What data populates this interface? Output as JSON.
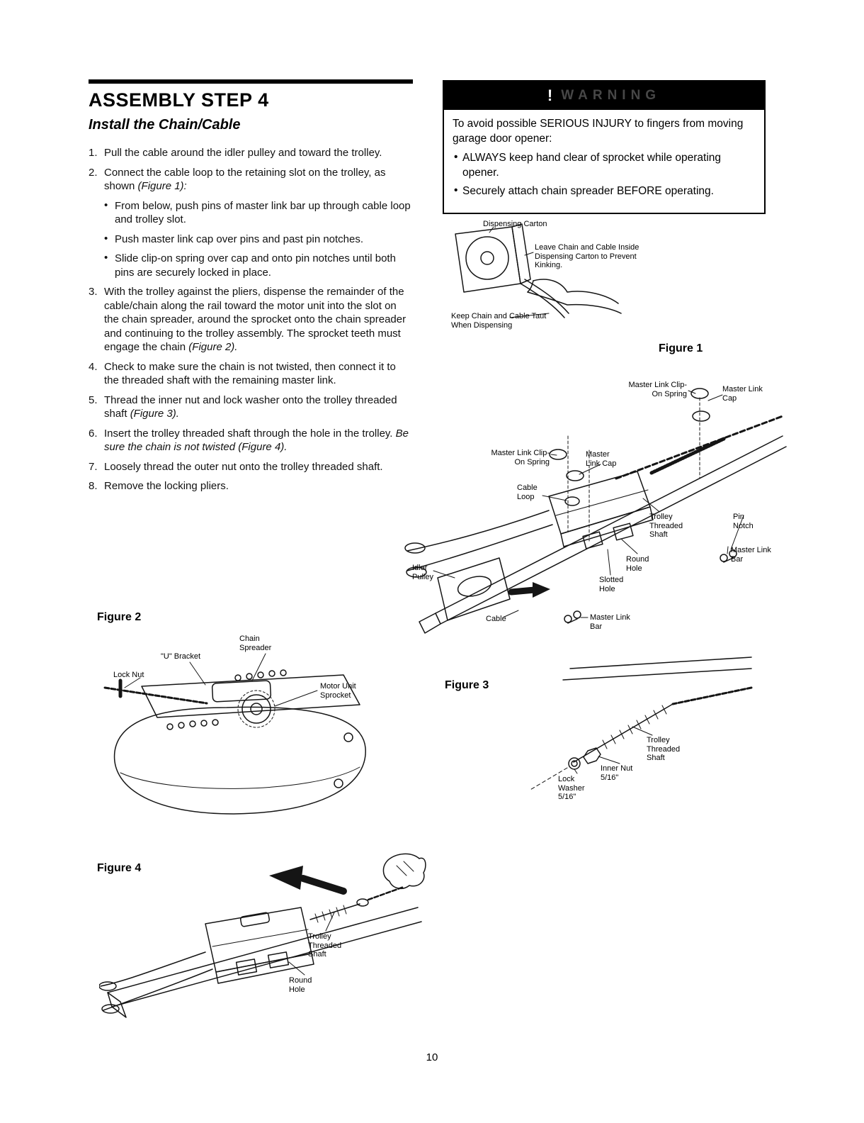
{
  "chars": {
    "bullet": "•"
  },
  "header": {
    "title": "ASSEMBLY STEP 4",
    "subtitle": "Install the Chain/Cable"
  },
  "steps": {
    "s1": {
      "num": "1.",
      "text": "Pull the cable around the idler pulley and toward the trolley."
    },
    "s2": {
      "num": "2.",
      "text": "Connect the cable loop to the retaining slot on the trolley, as shown ",
      "ref": "(Figure 1):"
    },
    "s3": {
      "num": "3.",
      "text": "With the trolley against the pliers, dispense the remainder of the cable/chain along the rail toward the motor unit into the slot on the chain spreader, around the sprocket onto the chain spreader and continuing to the trolley assembly. The sprocket teeth must engage the chain ",
      "ref": "(Figure 2)."
    },
    "s4": {
      "num": "4.",
      "text": "Check to make sure the chain is not twisted, then connect it to the threaded shaft with the remaining master link."
    },
    "s5": {
      "num": "5.",
      "text": "Thread the inner nut and lock washer onto the trolley threaded shaft ",
      "ref": "(Figure 3)."
    },
    "s6": {
      "num": "6.",
      "text": "Insert the trolley threaded shaft through the hole in the trolley. ",
      "ref": "Be sure the chain is not twisted (Figure 4)."
    },
    "s7": {
      "num": "7.",
      "text": "Loosely thread the outer nut onto the trolley threaded shaft."
    },
    "s8": {
      "num": "8.",
      "text": "Remove the locking pliers."
    },
    "bullets": {
      "b1": "From below, push pins of master link bar up through cable loop and trolley slot.",
      "b2": "Push master link cap over pins and past pin notches.",
      "b3": "Slide clip-on spring over cap and onto pin notches until both pins are securely locked in place."
    }
  },
  "warning": {
    "bang": "!",
    "title": "WARNING",
    "intro": "To avoid possible SERIOUS INJURY to fingers from moving garage door opener:",
    "b1": "ALWAYS keep hand clear of sprocket while operating opener.",
    "b2": "Securely attach chain spreader BEFORE operating."
  },
  "carton": {
    "label_carton": "Dispensing Carton",
    "label_leave": "Leave Chain and Cable Inside Dispensing Carton to Prevent Kinking.",
    "label_taut": "Keep Chain and Cable Taut When Dispensing"
  },
  "figure1": {
    "title": "Figure 1",
    "labels": {
      "mls1": "Master Link Clip-On Spring",
      "mlc1": "Master Link Cap",
      "mls2": "Master Link Clip-On Spring",
      "mlc2": "Master Link Cap",
      "cable_loop": "Cable Loop",
      "tts": "Trolley Threaded Shaft",
      "pin_notch": "Pin Notch",
      "mlb1": "Master Link Bar",
      "round_hole": "Round Hole",
      "idler": "Idler Pulley",
      "slotted": "Slotted Hole",
      "cable": "Cable",
      "mlb2": "Master Link Bar"
    }
  },
  "figure2": {
    "title": "Figure 2",
    "labels": {
      "chain_spreader": "Chain Spreader",
      "u_bracket": "\"U\" Bracket",
      "lock_nut": "Lock Nut",
      "sprocket": "Motor Unit Sprocket"
    }
  },
  "figure3": {
    "title": "Figure 3",
    "labels": {
      "tts": "Trolley Threaded Shaft",
      "inner_nut": "Inner Nut 5/16\"",
      "lock_washer": "Lock Washer 5/16\""
    }
  },
  "figure4": {
    "title": "Figure 4",
    "labels": {
      "tts": "Trolley Threaded Shaft",
      "round_hole": "Round Hole"
    }
  },
  "footer": {
    "page_number": "10"
  }
}
